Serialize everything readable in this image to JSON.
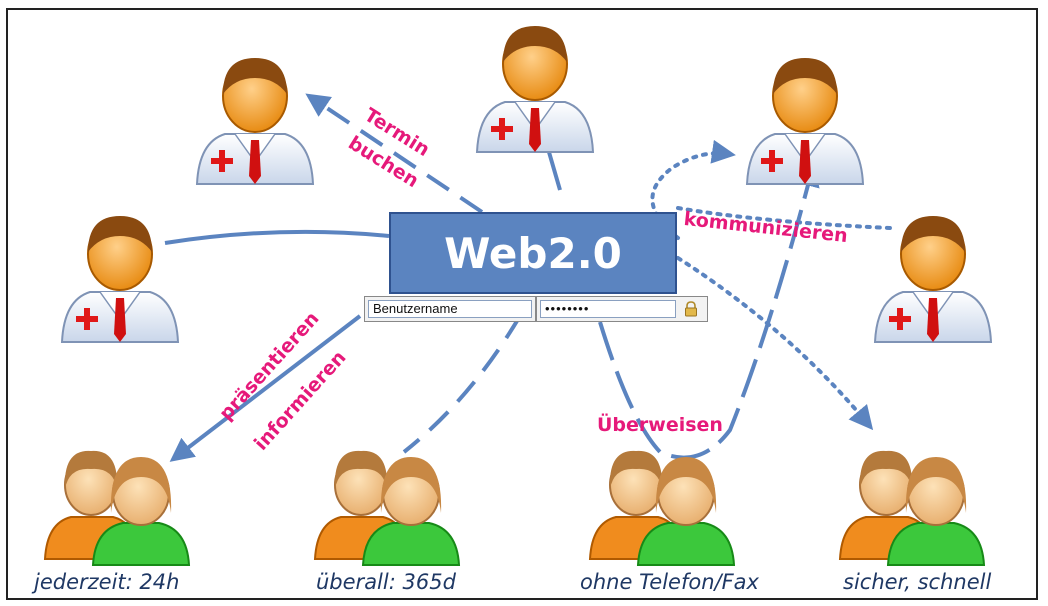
{
  "center": {
    "title": "Web2.0",
    "username_label": "Benutzername",
    "password_mask": "••••••••"
  },
  "actions": {
    "termin_line1": "Termin",
    "termin_line2": "buchen",
    "kommunizieren": "kommunizieren",
    "praesentieren": "präsentieren",
    "informieren": "informieren",
    "ueberweisen": "Überweisen"
  },
  "captions": {
    "c1": "jederzeit: 24h",
    "c2": "überall: 365d",
    "c3": "ohne Telefon/Fax",
    "c4": "sicher, schnell"
  },
  "colors": {
    "arrow": "#5b84c0",
    "accent_text": "#e6197a",
    "caption_text": "#1f3864",
    "box_fill": "#5b84c0"
  },
  "icons": {
    "doctor": "doctor-icon",
    "patients": "patient-group-icon",
    "lock": "lock-icon"
  }
}
